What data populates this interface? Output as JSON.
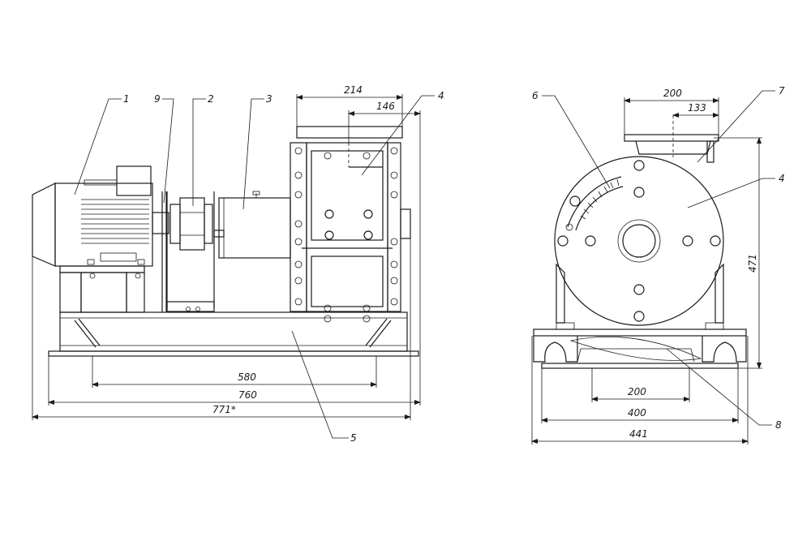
{
  "left_view": {
    "labels": [
      "1",
      "9",
      "2",
      "3",
      "4",
      "5"
    ],
    "dimensions": [
      "214",
      "146",
      "580",
      "760",
      "771*"
    ]
  },
  "right_view": {
    "labels": [
      "6",
      "7",
      "4",
      "8"
    ],
    "dimensions": [
      "200",
      "133",
      "471",
      "200",
      "400",
      "441"
    ]
  }
}
